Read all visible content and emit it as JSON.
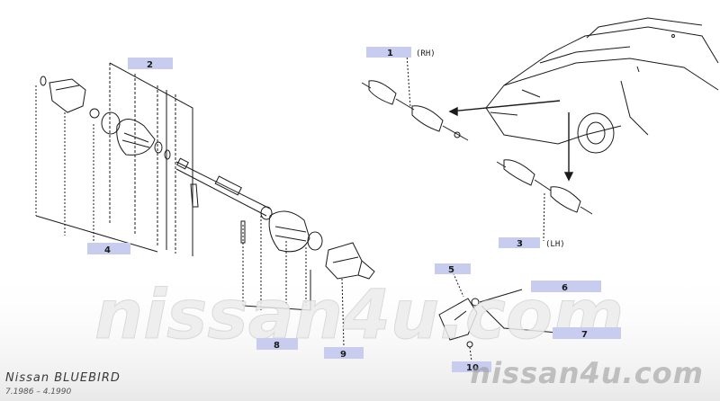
{
  "watermark_center": "nissan4u.com",
  "watermark_corner": "nissan4u.com",
  "footer": {
    "model": "Nissan BLUEBIRD",
    "dates": "7.1986 – 4.1990"
  },
  "callouts": [
    {
      "id": "1",
      "label": "1",
      "suffix": "(RH)"
    },
    {
      "id": "2",
      "label": "2"
    },
    {
      "id": "3",
      "label": "3",
      "suffix": "(LH)"
    },
    {
      "id": "4",
      "label": "4"
    },
    {
      "id": "5",
      "label": "5"
    },
    {
      "id": "6",
      "label": "6"
    },
    {
      "id": "7",
      "label": "7"
    },
    {
      "id": "8",
      "label": "8"
    },
    {
      "id": "9",
      "label": "9"
    },
    {
      "id": "10",
      "label": "10"
    }
  ],
  "colors": {
    "callout_bg": "#c8cdf0",
    "line": "#1a1a1a",
    "watermark": "#9a9a9a"
  }
}
